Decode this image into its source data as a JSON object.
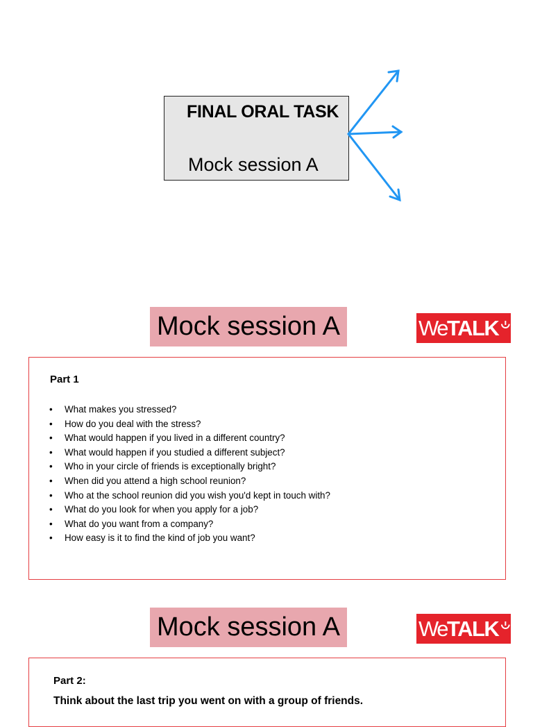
{
  "slide1": {
    "title": "FINAL ORAL TASK",
    "subtitle": "Mock session A"
  },
  "slide2": {
    "banner": "Mock session A",
    "logo": {
      "we": "We",
      "talk": "TALK",
      "brand_color": "#e5232b"
    },
    "part_heading": "Part 1",
    "questions": [
      "What makes you stressed?",
      "How do you deal with the stress?",
      "What would happen if you lived in a different country?",
      "What would happen if you studied a different subject?",
      "Who in your circle of friends is exceptionally bright?",
      "When did you attend a high school reunion?",
      "Who at the school reunion did you wish you'd kept in touch with?",
      "What do you look for when you apply for a job?",
      "What do you want from a company?",
      "How easy is it to find the kind of job you want?"
    ]
  },
  "slide3": {
    "banner": "Mock session A",
    "logo": {
      "we": "We",
      "talk": "TALK",
      "brand_color": "#e5232b"
    },
    "part_heading": "Part 2:",
    "prompt": "Think about the last trip you went on with a group of friends."
  },
  "colors": {
    "banner_bg": "#e8a7ae",
    "box_border": "#e53d41",
    "arrow": "#2196f3",
    "title_box_bg": "#e6e6e6"
  },
  "icons": [
    "arrow-icon",
    "wetalk-logo"
  ]
}
